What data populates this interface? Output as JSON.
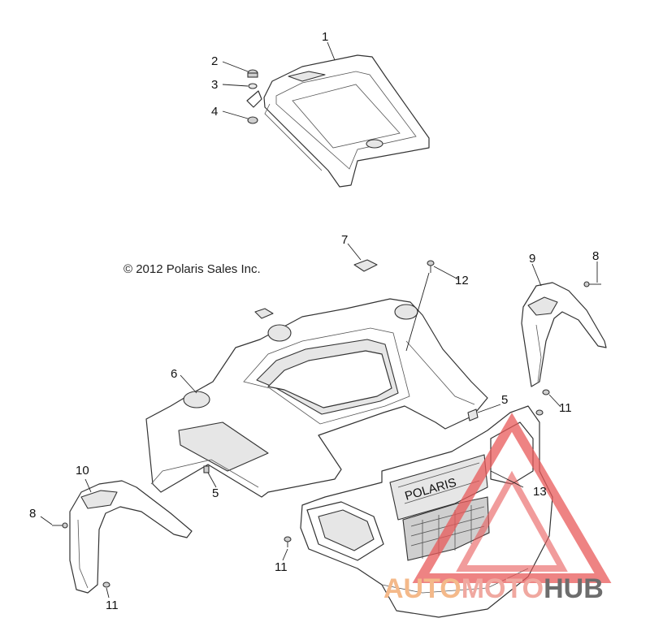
{
  "copyright": "© 2012 Polaris Sales Inc.",
  "callouts": [
    {
      "id": "c1",
      "label": "1"
    },
    {
      "id": "c2",
      "label": "2"
    },
    {
      "id": "c3",
      "label": "3"
    },
    {
      "id": "c4",
      "label": "4"
    },
    {
      "id": "c5a",
      "label": "5"
    },
    {
      "id": "c5b",
      "label": "5"
    },
    {
      "id": "c6",
      "label": "6"
    },
    {
      "id": "c7",
      "label": "7"
    },
    {
      "id": "c8a",
      "label": "8"
    },
    {
      "id": "c8b",
      "label": "8"
    },
    {
      "id": "c9",
      "label": "9"
    },
    {
      "id": "c10",
      "label": "10"
    },
    {
      "id": "c11a",
      "label": "11"
    },
    {
      "id": "c11b",
      "label": "11"
    },
    {
      "id": "c11c",
      "label": "11"
    },
    {
      "id": "c12",
      "label": "12"
    },
    {
      "id": "c13",
      "label": "13"
    }
  ],
  "grille_text": "POLARIS",
  "watermark": {
    "part1": "AUTO",
    "part2": "MOTO",
    "part3": "HUB",
    "triangle_color": "#e85a5a",
    "auto_color": "#f4b98a",
    "moto_color": "#f0a8a0",
    "hub_color": "#6d6d6d"
  }
}
